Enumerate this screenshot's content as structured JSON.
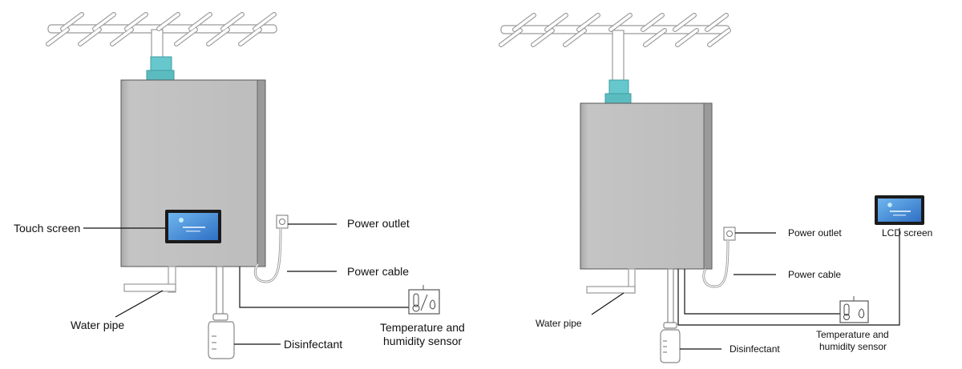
{
  "left_diagram": {
    "labels": {
      "touch_screen": "Touch screen",
      "power_outlet": "Power outlet",
      "power_cable": "Power cable",
      "water_pipe": "Water pipe",
      "temp_sensor_line1": "Temperature and",
      "temp_sensor_line2": "humidity sensor",
      "disinfectant": "Disinfectant"
    }
  },
  "right_diagram": {
    "labels": {
      "lcd_screen": "LCD screen",
      "power_outlet": "Power outlet",
      "power_cable": "Power cable",
      "water_pipe": "Water pipe",
      "temp_sensor_line1": "Temperature and",
      "temp_sensor_line2": "humidity sensor",
      "disinfectant": "Disinfectant"
    }
  },
  "colors": {
    "cabinet_body": "#b9b9b9",
    "cabinet_edge": "#8a8a8a",
    "connector": "#66c8cc",
    "screen_bezel": "#222222",
    "screen_display": "#3f8ad8",
    "pipe_outline": "#9a9a9a",
    "leader_line": "#111111"
  }
}
